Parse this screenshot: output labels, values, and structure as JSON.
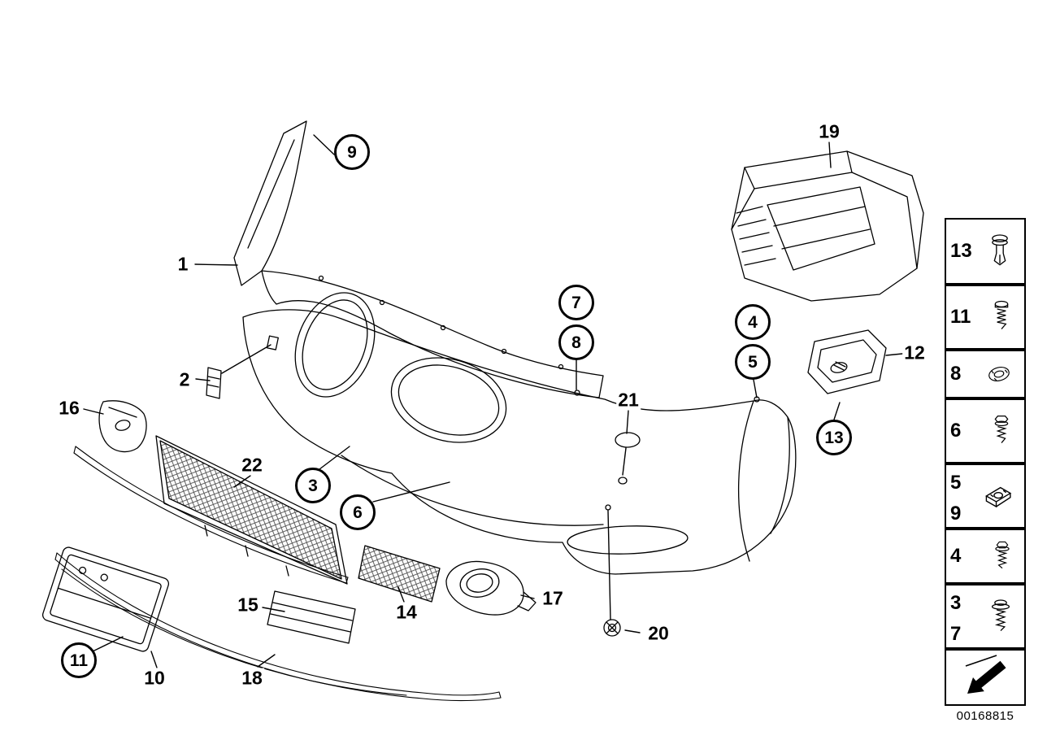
{
  "callouts": [
    {
      "label": "9",
      "shape": "circle"
    },
    {
      "label": "1",
      "shape": "plain"
    },
    {
      "label": "2",
      "shape": "plain"
    },
    {
      "label": "16",
      "shape": "plain"
    },
    {
      "label": "22",
      "shape": "plain"
    },
    {
      "label": "3",
      "shape": "circle"
    },
    {
      "label": "6",
      "shape": "circle"
    },
    {
      "label": "7",
      "shape": "circle"
    },
    {
      "label": "8",
      "shape": "circle"
    },
    {
      "label": "21",
      "shape": "plain"
    },
    {
      "label": "4",
      "shape": "circle"
    },
    {
      "label": "5",
      "shape": "circle"
    },
    {
      "label": "19",
      "shape": "plain"
    },
    {
      "label": "12",
      "shape": "plain"
    },
    {
      "label": "13",
      "shape": "circle"
    },
    {
      "label": "15",
      "shape": "plain"
    },
    {
      "label": "14",
      "shape": "plain"
    },
    {
      "label": "17",
      "shape": "plain"
    },
    {
      "label": "20",
      "shape": "plain"
    },
    {
      "label": "11",
      "shape": "circle"
    },
    {
      "label": "10",
      "shape": "plain"
    },
    {
      "label": "18",
      "shape": "plain"
    }
  ],
  "legend": {
    "items": [
      {
        "number": "13",
        "icon": "expanding-rivet"
      },
      {
        "number": "11",
        "icon": "screw"
      },
      {
        "number": "8",
        "icon": "grommet"
      },
      {
        "number": "6",
        "icon": "torx-screw"
      },
      {
        "number": "5",
        "number2": "9",
        "icon": "clip-nut"
      },
      {
        "number": "4",
        "icon": "hex-bolt"
      },
      {
        "number": "3",
        "number2": "7",
        "icon": "washer-screw"
      },
      {
        "icon": "direction-arrow"
      }
    ]
  },
  "footer": {
    "part_number": "00168815"
  }
}
